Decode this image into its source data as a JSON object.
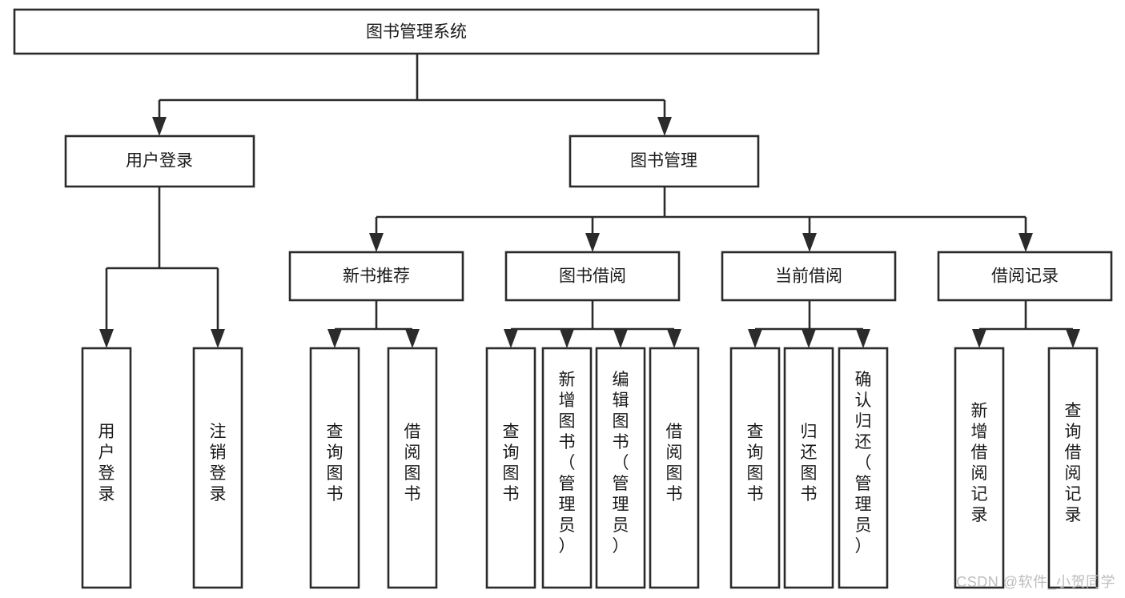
{
  "diagram": {
    "type": "tree-hierarchy",
    "title": "图书管理系统",
    "watermark": "CSDN @软件_小贺同学",
    "colors": {
      "background": "#ffffff",
      "stroke": "#2b2b2b",
      "node_fill": "#ffffff",
      "text": "#1a1a1a",
      "watermark": "#bdbdbd"
    },
    "nodes": {
      "root": {
        "id": "root",
        "label": "图书管理系统",
        "level": 0,
        "orientation": "horizontal"
      },
      "level1": [
        {
          "id": "user-login",
          "label": "用户登录",
          "orientation": "horizontal"
        },
        {
          "id": "book-management",
          "label": "图书管理",
          "orientation": "horizontal"
        }
      ],
      "level2": [
        {
          "id": "new-book-recommend",
          "label": "新书推荐",
          "parent": "book-management",
          "orientation": "horizontal"
        },
        {
          "id": "book-borrow",
          "label": "图书借阅",
          "parent": "book-management",
          "orientation": "horizontal"
        },
        {
          "id": "current-borrow",
          "label": "当前借阅",
          "parent": "book-management",
          "orientation": "horizontal"
        },
        {
          "id": "borrow-record",
          "label": "借阅记录",
          "parent": "book-management",
          "orientation": "horizontal"
        }
      ],
      "leaves": [
        {
          "id": "leaf-user-login",
          "label": "用户登录",
          "parent": "user-login",
          "orientation": "vertical"
        },
        {
          "id": "leaf-user-logout",
          "label": "注销登录",
          "parent": "user-login",
          "orientation": "vertical"
        },
        {
          "id": "leaf-query-book-1",
          "label": "查询图书",
          "parent": "new-book-recommend",
          "orientation": "vertical"
        },
        {
          "id": "leaf-borrow-book-1",
          "label": "借阅图书",
          "parent": "new-book-recommend",
          "orientation": "vertical"
        },
        {
          "id": "leaf-query-book-2",
          "label": "查询图书",
          "parent": "book-borrow",
          "orientation": "vertical"
        },
        {
          "id": "leaf-add-book",
          "label": "新增图书（管理员）",
          "parent": "book-borrow",
          "orientation": "vertical"
        },
        {
          "id": "leaf-edit-book",
          "label": "编辑图书（管理员）",
          "parent": "book-borrow",
          "orientation": "vertical"
        },
        {
          "id": "leaf-borrow-book-2",
          "label": "借阅图书",
          "parent": "book-borrow",
          "orientation": "vertical"
        },
        {
          "id": "leaf-query-book-3",
          "label": "查询图书",
          "parent": "current-borrow",
          "orientation": "vertical"
        },
        {
          "id": "leaf-return-book",
          "label": "归还图书",
          "parent": "current-borrow",
          "orientation": "vertical"
        },
        {
          "id": "leaf-confirm-return",
          "label": "确认归还（管理员）",
          "parent": "current-borrow",
          "orientation": "vertical"
        },
        {
          "id": "leaf-add-record",
          "label": "新增借阅记录",
          "parent": "borrow-record",
          "orientation": "vertical"
        },
        {
          "id": "leaf-query-record",
          "label": "查询借阅记录",
          "parent": "borrow-record",
          "orientation": "vertical"
        }
      ]
    },
    "edges": [
      {
        "from": "root",
        "to": "user-login"
      },
      {
        "from": "root",
        "to": "book-management"
      },
      {
        "from": "book-management",
        "to": "new-book-recommend"
      },
      {
        "from": "book-management",
        "to": "book-borrow"
      },
      {
        "from": "book-management",
        "to": "current-borrow"
      },
      {
        "from": "book-management",
        "to": "borrow-record"
      },
      {
        "from": "user-login",
        "to": "leaf-user-login"
      },
      {
        "from": "user-login",
        "to": "leaf-user-logout"
      },
      {
        "from": "new-book-recommend",
        "to": "leaf-query-book-1"
      },
      {
        "from": "new-book-recommend",
        "to": "leaf-borrow-book-1"
      },
      {
        "from": "book-borrow",
        "to": "leaf-query-book-2"
      },
      {
        "from": "book-borrow",
        "to": "leaf-add-book"
      },
      {
        "from": "book-borrow",
        "to": "leaf-edit-book"
      },
      {
        "from": "book-borrow",
        "to": "leaf-borrow-book-2"
      },
      {
        "from": "current-borrow",
        "to": "leaf-query-book-3"
      },
      {
        "from": "current-borrow",
        "to": "leaf-return-book"
      },
      {
        "from": "current-borrow",
        "to": "leaf-confirm-return"
      },
      {
        "from": "borrow-record",
        "to": "leaf-add-record"
      },
      {
        "from": "borrow-record",
        "to": "leaf-query-record"
      }
    ]
  }
}
